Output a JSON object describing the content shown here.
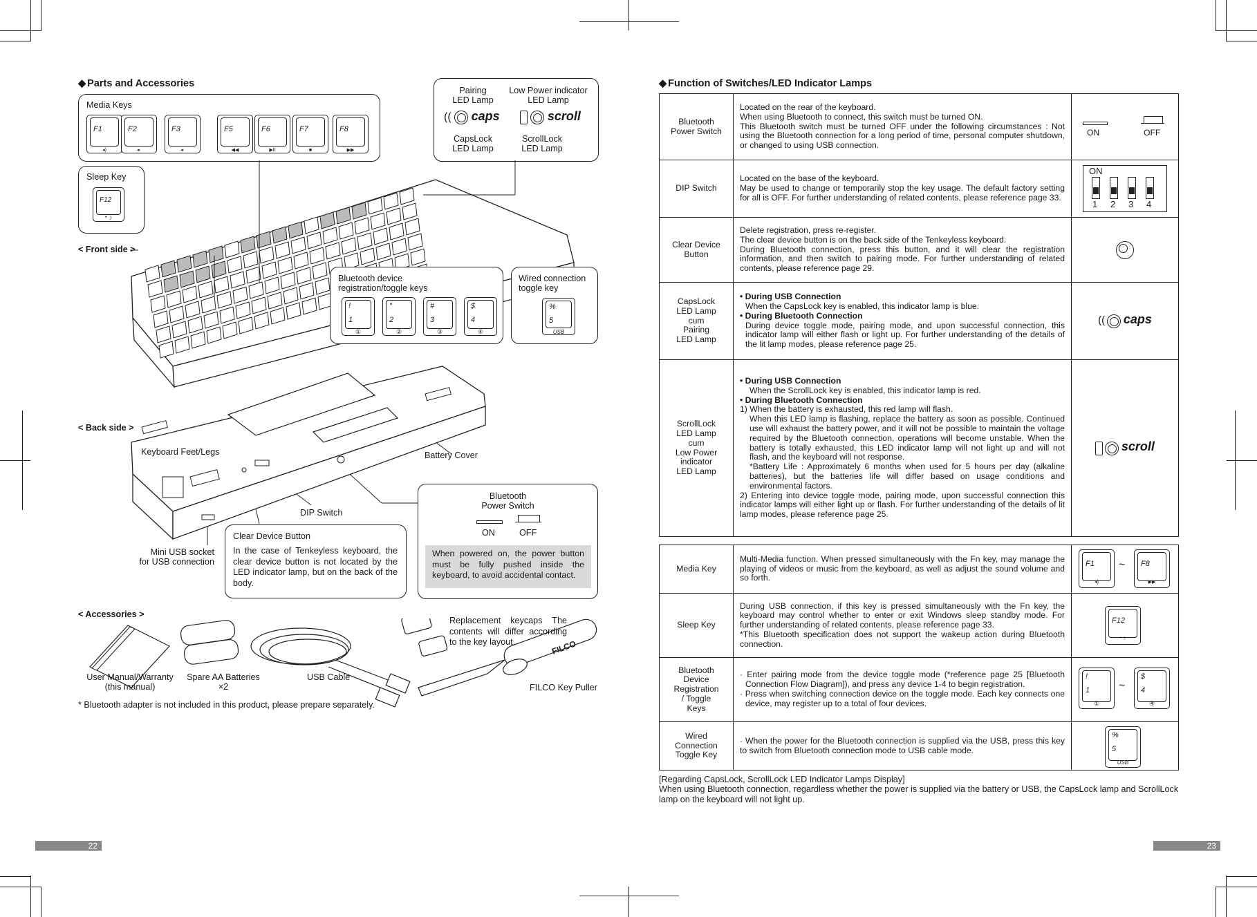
{
  "left": {
    "heading": "Parts and Accessories",
    "media_keys": {
      "title": "Media Keys",
      "keys": [
        {
          "label": "F1",
          "sub": "◂)"
        },
        {
          "label": "F2",
          "sub": "◂·"
        },
        {
          "label": "F3",
          "sub": "◂·"
        },
        {
          "label": "F5",
          "sub": "◀◀"
        },
        {
          "label": "F6",
          "sub": "▶II"
        },
        {
          "label": "F7",
          "sub": "■"
        },
        {
          "label": "F8",
          "sub": "▶▶"
        }
      ]
    },
    "led_box": {
      "pairing": "Pairing\nLED Lamp",
      "low_power": "Low Power indicator\nLED Lamp",
      "caps_word": "caps",
      "scroll_word": "scroll",
      "capslock": "CapsLock\nLED Lamp",
      "scrolllock": "ScrollLock\nLED Lamp"
    },
    "sleep_key": {
      "title": "Sleep Key",
      "label": "F12",
      "sub": "*☽"
    },
    "front_side": "< Front side >",
    "bt_box": {
      "title": "Bluetooth device\nregistration/toggle keys",
      "keys": [
        {
          "top": "!",
          "bottom": "1",
          "num": "①"
        },
        {
          "top": "\"",
          "bottom": "2",
          "num": "②"
        },
        {
          "top": "#",
          "bottom": "3",
          "num": "③"
        },
        {
          "top": "$",
          "bottom": "4",
          "num": "④"
        }
      ]
    },
    "wired_box": {
      "title": "Wired connection\ntoggle key",
      "top": "%",
      "bottom": "5",
      "sub": "USB"
    },
    "back_side": "< Back side >",
    "keyboard_feet": "Keyboard Feet/Legs",
    "battery_cover": "Battery Cover",
    "dip_switch": "DIP Switch",
    "mini_usb": "Mini USB socket\nfor USB connection",
    "clear_box": {
      "title": "Clear Device Button",
      "text": "In the case of Tenkeyless keyboard, the clear device button is not located by the LED indicator lamp, but on the back of the body."
    },
    "power_box": {
      "title": "Bluetooth\nPower Switch",
      "on": "ON",
      "off": "OFF",
      "note": "When powered on, the power button must be fully pushed inside the keyboard, to avoid accidental contact."
    },
    "accessories": "< Accessories >",
    "manual": "User Manual/Warranty\n(this manual)",
    "batteries": "Spare AA Batteries\n×2",
    "usb_cable": "USB Cable",
    "keycaps": "Replacement keycaps\nThe contents will differ according to the key layout.",
    "key_puller": "FILCO Key Puller",
    "filco": "FILCO",
    "footnote": "* Bluetooth adapter is not included in this product, please prepare separately.",
    "page": "22"
  },
  "right": {
    "heading": "Function of Switches/LED Indicator Lamps",
    "rows": [
      {
        "name": "Bluetooth\nPower Switch",
        "lines": [
          "Located on the rear of the keyboard.",
          "When using Bluetooth to connect, this switch must be turned ON.",
          "This Bluetooth switch must be turned OFF under the following circumstances : Not using the Bluetooth connection for a long period of time, personal computer shutdown, or changed to using USB connection."
        ],
        "on": "ON",
        "off": "OFF"
      },
      {
        "name": "DIP Switch",
        "lines": [
          "Located on the base of the keyboard.",
          "May be used to change or temporarily stop the key usage. The default factory setting for all is OFF. For further understanding of related contents, please reference page 33."
        ],
        "dip_on": "ON",
        "dip_nums": [
          "1",
          "2",
          "3",
          "4"
        ]
      },
      {
        "name": "Clear Device\nButton",
        "lines": [
          "Delete registration, press re-register.",
          "The clear device button is on the back side of the Tenkeyless keyboard.",
          "During Bluetooth connection, press this button, and it will clear the registration information, and then switch to pairing mode. For further understanding of related contents, please reference page 29."
        ]
      },
      {
        "name": "CapsLock\nLED Lamp\ncum\nPairing\nLED Lamp",
        "h1": "• During USB Connection",
        "t1": "When the CapsLock key is enabled, this indicator lamp is blue.",
        "h2": "• During Bluetooth Connection",
        "t2": "During device toggle mode, pairing mode, and upon successful connection, this indicator lamp will either flash or light up. For further understanding of the details of the lit lamp modes, please reference page 25.",
        "word": "caps"
      },
      {
        "name": "ScrollLock\nLED Lamp\ncum\nLow Power\nindicator\nLED Lamp",
        "h1": "• During USB Connection",
        "t1": "When the ScrollLock key is enabled, this indicator lamp is red.",
        "h2": "• During Bluetooth Connection",
        "p1": "1) When the battery is exhausted, this red lamp will flash.",
        "p1b": "When this LED lamp is flashing, replace the battery as soon as possible. Continued use will exhaust the battery power, and it will not be possible to maintain the voltage required by the Bluetooth connection, operations will become unstable. When the battery is totally exhausted, this LED indicator lamp will not light up and will not flash, and the keyboard will not response.",
        "p1c": "*Battery Life : Approximately 6 months when used for 5 hours per day (alkaline batteries), but the batteries life will differ based on usage conditions and environmental factors.",
        "p2": "2) Entering into device toggle mode, pairing mode, upon successful connection this indicator lamps will either light up or flash. For further understanding of the details of lit lamp modes, please reference page 25.",
        "word": "scroll"
      }
    ],
    "rows2": [
      {
        "name": "Media Key",
        "text": "Multi-Media function. When pressed simultaneously with the Fn key, may manage the playing of videos or music from the keyboard, as well as adjust the sound volume and so forth.",
        "k1": "F1",
        "k2": "F8",
        "tilde": "~"
      },
      {
        "name": "Sleep Key",
        "text": "During USB connection, if this key is pressed simultaneously with the Fn key, the keyboard may control whether to enter or exit Windows sleep standby mode. For further understanding of related contents, please reference page 33.",
        "text2": "*This Bluetooth specification does not support the wakeup action during Bluetooth connection.",
        "k1": "F12"
      },
      {
        "name": "Bluetooth\nDevice\nRegistration\n/ Toggle\nKeys",
        "b1": "· Enter pairing mode from the device toggle mode (*reference page 25 [Bluetooth Connection Flow Diagram]), and press any device 1-4 to begin registration.",
        "b2": "· Press when switching connection device on the toggle mode. Each key connects one device, may register up to a total of four devices.",
        "tilde": "~"
      },
      {
        "name": "Wired\nConnection\nToggle Key",
        "text": "· When the power for the Bluetooth connection is supplied via the USB, press this key to switch from Bluetooth connection mode to USB cable mode."
      }
    ],
    "note_title": "[Regarding CapsLock, ScrollLock LED Indicator Lamps Display]",
    "note_text": "When using Bluetooth connection, regardless whether the power is supplied via the battery or USB, the CapsLock lamp and ScrollLock lamp on the keyboard will not light up.",
    "page": "23"
  }
}
